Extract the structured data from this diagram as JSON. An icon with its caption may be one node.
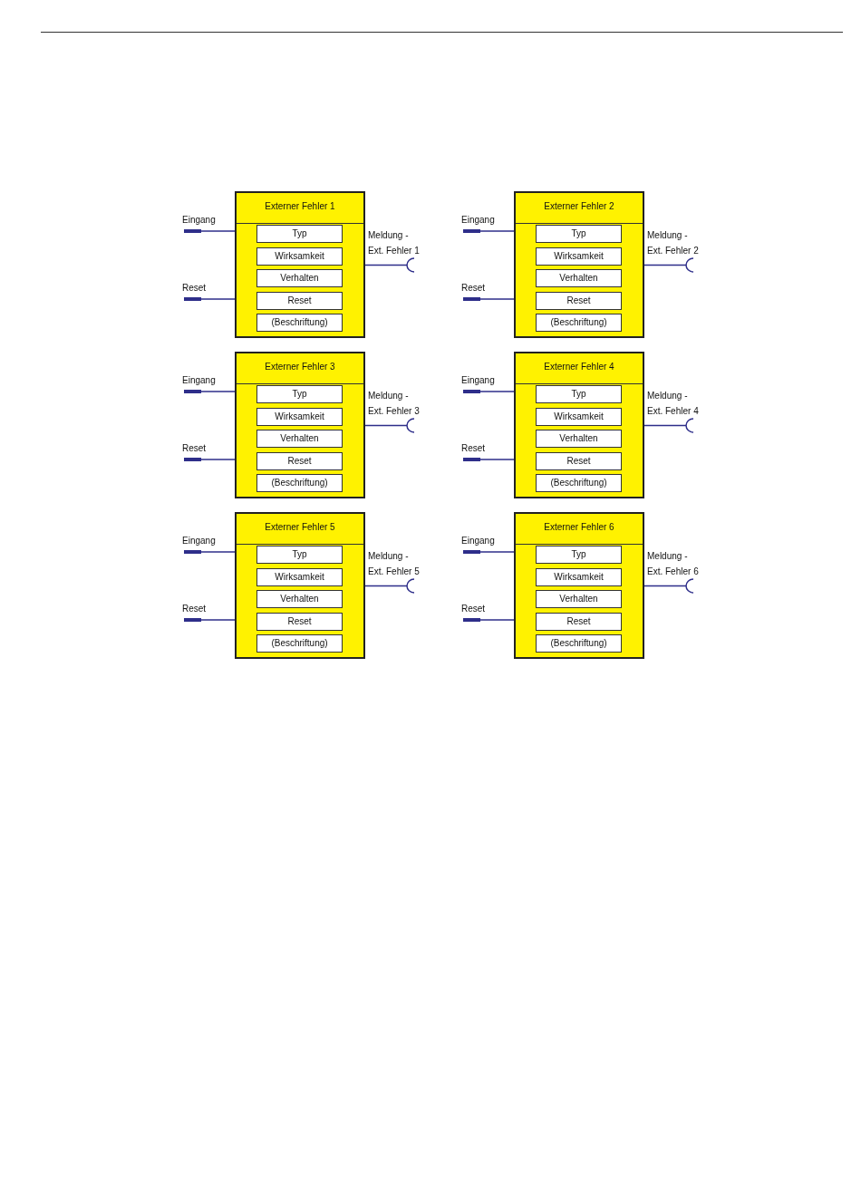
{
  "diagram": {
    "nodes": [
      {
        "text": [
          "Externer Fehler 1"
        ]
      },
      {
        "text": [
          "Typ"
        ],
        "in": 0
      },
      {
        "text": [
          "Wirksamkeit"
        ],
        "in": 0
      },
      {
        "text": [
          "Verhalten"
        ],
        "in": 0
      },
      {
        "text": [
          "Reset"
        ],
        "in": 0
      },
      {
        "text": [
          "(Beschriftung)"
        ],
        "in": 0
      },
      {
        "text": [
          "Eingang"
        ]
      },
      {
        "text": [
          "Reset"
        ]
      },
      {
        "text": [
          "Meldung - Ext. Fehler 1"
        ]
      },
      {
        "text": [
          "Externer Fehler 2"
        ]
      },
      {
        "text": [
          "Typ"
        ],
        "in": 9
      },
      {
        "text": [
          "Wirksamkeit"
        ],
        "in": 9
      },
      {
        "text": [
          "Verhalten"
        ],
        "in": 9
      },
      {
        "text": [
          "Reset"
        ],
        "in": 9
      },
      {
        "text": [
          "(Beschriftung)"
        ],
        "in": 9
      },
      {
        "text": [
          "Eingang"
        ]
      },
      {
        "text": [
          "Reset"
        ]
      },
      {
        "text": [
          "Meldung - Ext. Fehler 2"
        ]
      },
      {
        "text": [
          "Externer Fehler 3"
        ]
      },
      {
        "text": [
          "Typ"
        ],
        "in": 18
      },
      {
        "text": [
          "Wirksamkeit"
        ],
        "in": 18
      },
      {
        "text": [
          "Verhalten"
        ],
        "in": 18
      },
      {
        "text": [
          "Reset"
        ],
        "in": 18
      },
      {
        "text": [
          "(Beschriftung)"
        ],
        "in": 18
      },
      {
        "text": [
          "Eingang"
        ]
      },
      {
        "text": [
          "Reset"
        ]
      },
      {
        "text": [
          "Meldung - Ext. Fehler 3"
        ]
      },
      {
        "text": [
          "Externer Fehler 4"
        ]
      },
      {
        "text": [
          "Typ"
        ],
        "in": 27
      },
      {
        "text": [
          "Wirksamkeit"
        ],
        "in": 27
      },
      {
        "text": [
          "Verhalten"
        ],
        "in": 27
      },
      {
        "text": [
          "Reset"
        ],
        "in": 27
      },
      {
        "text": [
          "(Beschriftung)"
        ],
        "in": 27
      },
      {
        "text": [
          "Eingang"
        ]
      },
      {
        "text": [
          "Reset"
        ]
      },
      {
        "text": [
          "Meldung - Ext. Fehler 4"
        ]
      },
      {
        "text": [
          "Externer Fehler 5"
        ]
      },
      {
        "text": [
          "Typ"
        ],
        "in": 36
      },
      {
        "text": [
          "Wirksamkeit"
        ],
        "in": 36
      },
      {
        "text": [
          "Verhalten"
        ],
        "in": 36
      },
      {
        "text": [
          "Reset"
        ],
        "in": 36
      },
      {
        "text": [
          "(Beschriftung)"
        ],
        "in": 36
      },
      {
        "text": [
          "Eingang"
        ]
      },
      {
        "text": [
          "Reset"
        ]
      },
      {
        "text": [
          "Meldung - Ext. Fehler 5"
        ]
      },
      {
        "text": [
          "Externer Fehler 6"
        ]
      },
      {
        "text": [
          "Typ"
        ],
        "in": 45
      },
      {
        "text": [
          "Wirksamkeit"
        ],
        "in": 45
      },
      {
        "text": [
          "Verhalten"
        ],
        "in": 45
      },
      {
        "text": [
          "Reset"
        ],
        "in": 45
      },
      {
        "text": [
          "(Beschriftung)"
        ],
        "in": 45
      },
      {
        "text": [
          "Eingang"
        ]
      },
      {
        "text": [
          "Reset"
        ]
      },
      {
        "text": [
          "Meldung - Ext. Fehler 6"
        ]
      }
    ],
    "edges": [
      {
        "from": 6,
        "to": 0,
        "arrow": "none"
      },
      {
        "from": 7,
        "to": 0,
        "arrow": "none"
      },
      {
        "from": 0,
        "to": 8,
        "arrow": "none"
      },
      {
        "from": 15,
        "to": 9,
        "arrow": "none"
      },
      {
        "from": 16,
        "to": 9,
        "arrow": "none"
      },
      {
        "from": 9,
        "to": 17,
        "arrow": "none"
      },
      {
        "from": 24,
        "to": 18,
        "arrow": "none"
      },
      {
        "from": 25,
        "to": 18,
        "arrow": "none"
      },
      {
        "from": 18,
        "to": 26,
        "arrow": "none"
      },
      {
        "from": 33,
        "to": 27,
        "arrow": "none"
      },
      {
        "from": 34,
        "to": 27,
        "arrow": "none"
      },
      {
        "from": 27,
        "to": 35,
        "arrow": "none"
      },
      {
        "from": 42,
        "to": 36,
        "arrow": "none"
      },
      {
        "from": 43,
        "to": 36,
        "arrow": "none"
      },
      {
        "from": 36,
        "to": 44,
        "arrow": "none"
      },
      {
        "from": 51,
        "to": 45,
        "arrow": "none"
      },
      {
        "from": 52,
        "to": 45,
        "arrow": "none"
      },
      {
        "from": 45,
        "to": 53,
        "arrow": "none"
      }
    ]
  }
}
